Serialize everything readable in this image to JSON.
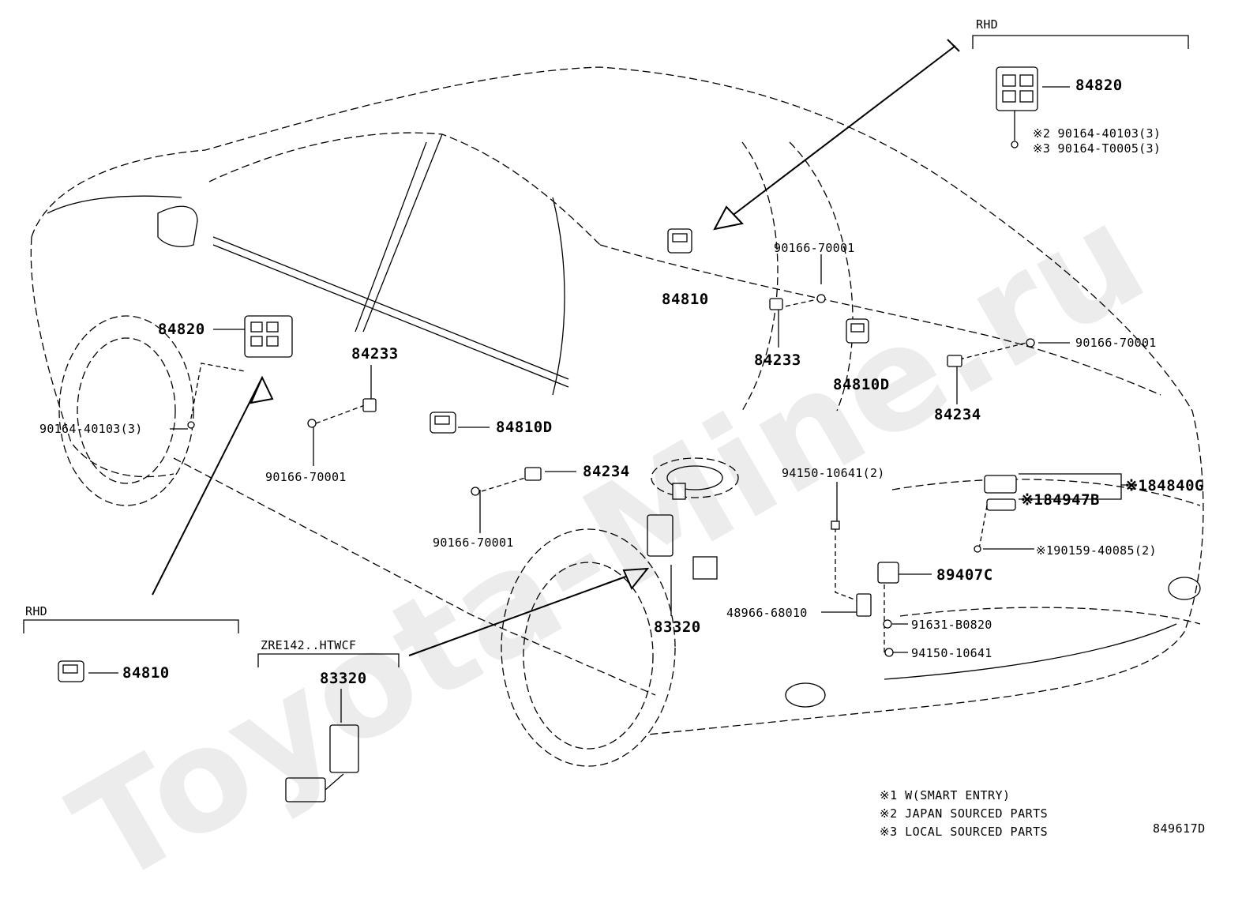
{
  "watermark": "Toyota-Mine.ru",
  "diagram_id": "849617D",
  "section_labels": {
    "rhd_top": "RHD",
    "rhd_bottom": "RHD",
    "zre": "ZRE142..HTWCF"
  },
  "parts": {
    "p84820_top": "84820",
    "p90164_40103_3_top": "※2 90164-40103(3)",
    "p90164_T0005_3": "※3 90164-T0005(3)",
    "p90166_70001_a": "90166-70001",
    "p84810_upper": "84810",
    "p84233_right": "84233",
    "p84810D_right": "84810D",
    "p90166_70001_b": "90166-70001",
    "p84234_right": "84234",
    "p84820_left": "84820",
    "p84233_left": "84233",
    "p90164_40103_3_left": "90164-40103(3)",
    "p84810D_center": "84810D",
    "p90166_70001_c": "90166-70001",
    "p84234_center": "84234",
    "p90166_70001_d": "90166-70001",
    "p94150_10641_2": "94150-10641(2)",
    "p184840G": "※184840G",
    "p184947B": "※184947B",
    "p190159_40085_2": "※190159-40085(2)",
    "p89407C": "89407C",
    "p48966_68010": "48966-68010",
    "p83320_center": "83320",
    "p91631_B0820": "91631-B0820",
    "p94150_10641": "94150-10641",
    "p84810_rhd": "84810",
    "p83320_zre": "83320"
  },
  "notes": [
    "※1 W(SMART ENTRY)",
    "※2 JAPAN SOURCED PARTS",
    "※3 LOCAL SOURCED PARTS"
  ]
}
